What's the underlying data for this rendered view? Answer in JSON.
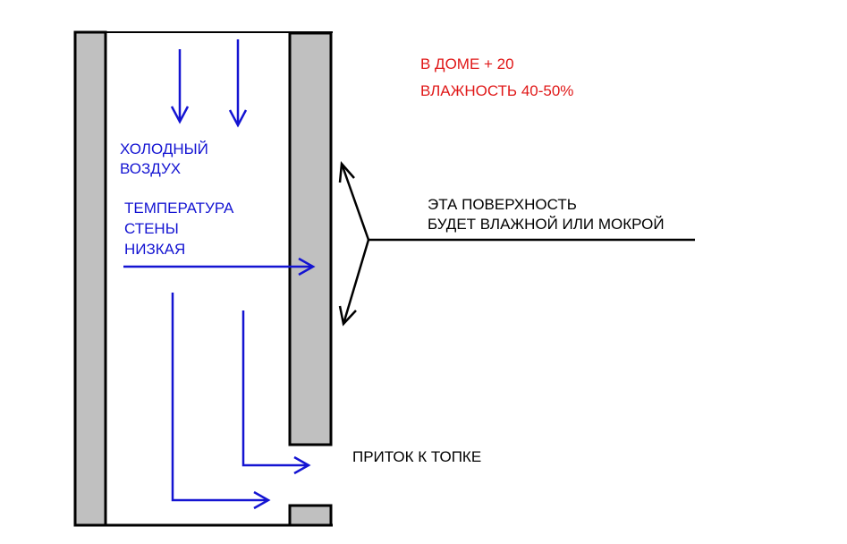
{
  "conditions": {
    "temperature": "В ДОМЕ + 20",
    "humidity": "ВЛАЖНОСТЬ 40-50%"
  },
  "cold_air": {
    "line1": "ХОЛОДНЫЙ",
    "line2": "ВОЗДУХ"
  },
  "wall_temperature": {
    "line1": "ТЕМПЕРАТУРА",
    "line2": "СТЕНЫ",
    "line3": "НИЗКАЯ"
  },
  "surface_note": {
    "line1": "ЭТА ПОВЕРХНОСТЬ",
    "line2": "БУДЕТ ВЛАЖНОЙ ИЛИ МОКРОЙ"
  },
  "inflow": {
    "label": "ПРИТОК К ТОПКЕ"
  },
  "colors": {
    "air_arrows": "#1414d2",
    "conditions_text": "#e01818",
    "wall_fill": "#c0c0c0",
    "outline": "#000000"
  }
}
